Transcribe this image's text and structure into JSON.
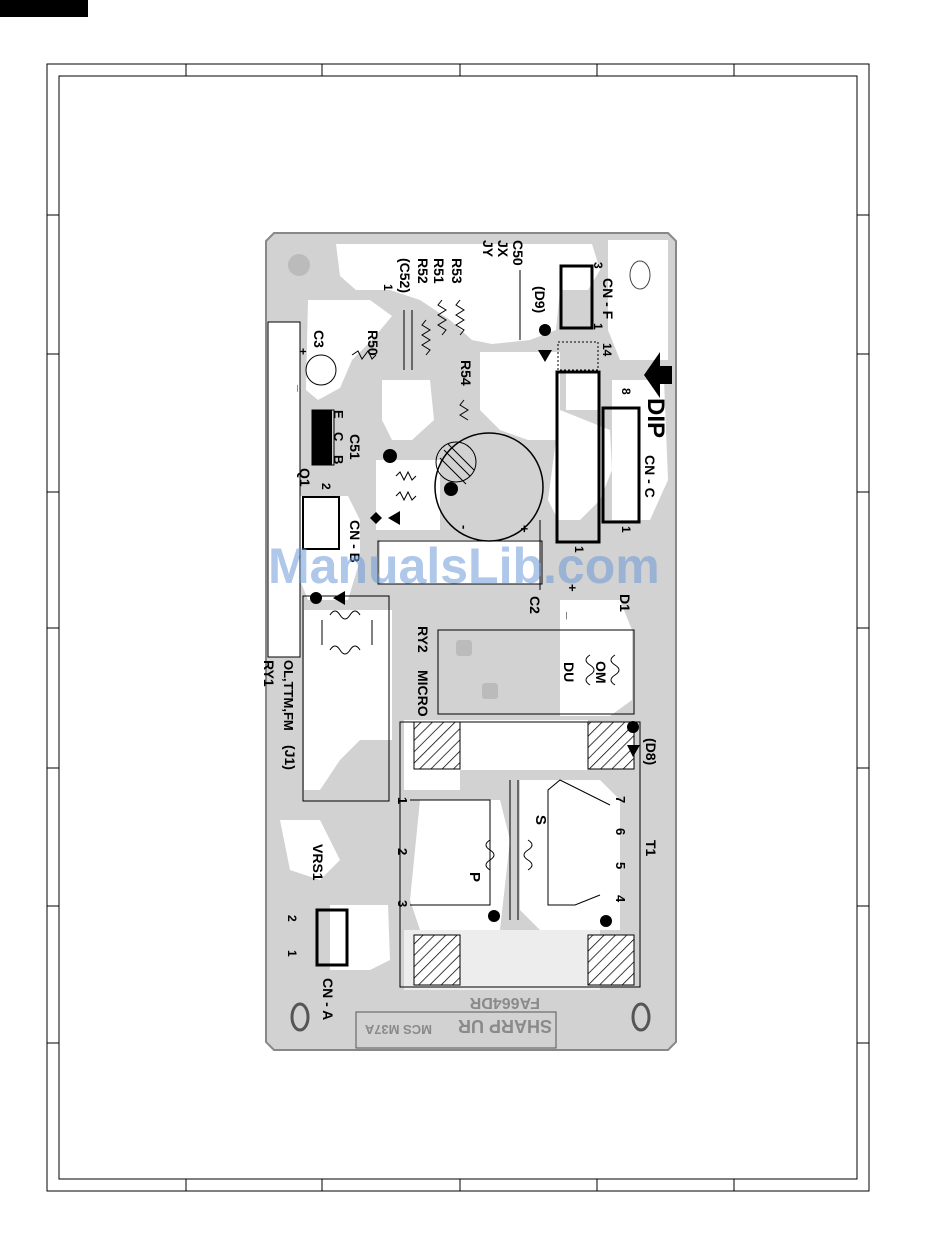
{
  "title_block": {
    "tab_color": "#000000"
  },
  "board": {
    "background": "#d2d2d2",
    "trace_color": "#ffffff",
    "arrow_label": "DIP",
    "connectors": {
      "cn_f": "CN - F",
      "cn_f_pin3": "3",
      "cn_f_pin1": "1",
      "cn_c": "CN - C",
      "cn_c_pin14": "14",
      "cn_c_pin8": "8",
      "cn_c_pin1": "1",
      "cn_b": "CN - B",
      "cn_b_pin2": "2",
      "cn_b_pin1": "1",
      "cn_a": "CN - A",
      "cn_a_pin2": "2",
      "cn_a_pin1": "1"
    },
    "components": {
      "c50": "C50",
      "jx": "JX",
      "jy": "JY",
      "d9": "(D9)",
      "r53": "R53",
      "r51": "R51",
      "r52": "R52",
      "c52": "(C52)",
      "r52_pin1": "1",
      "r50": "R50",
      "c3": "C3",
      "c3_plus": "+",
      "c3_minus": "_",
      "r54": "R54",
      "c51": "C51",
      "q1": "Q1",
      "q1_e": "E",
      "q1_c": "C",
      "q1_b": "B",
      "c2": "C2",
      "c2_plus": "+",
      "c2_minus": "-",
      "d1": "D1",
      "d1_plus": "+",
      "d1_minus": "_",
      "ry2": "RY2",
      "micro": "MICRO",
      "om": "OM",
      "du": "DU",
      "ry1": "RY1",
      "ol_ttm_fm": "OL,TTM,FM",
      "j1": "(J1)",
      "d8": "(D8)",
      "vrs1": "VRS1",
      "t1": "T1",
      "t1_s": "S",
      "t1_p": "P",
      "t1_pin1": "1",
      "t1_pin2": "2",
      "t1_pin3": "3",
      "t1_pin4": "4",
      "t1_pin5": "5",
      "t1_pin6": "6",
      "t1_pin7": "7"
    },
    "silkscreen": {
      "part_number": "FA664DR",
      "brand": "SHARP",
      "ul_mark": "UR",
      "cert": "MCS M37A"
    }
  },
  "watermark": {
    "text": "ManualsLib.com",
    "color": "#6e9ad6"
  }
}
